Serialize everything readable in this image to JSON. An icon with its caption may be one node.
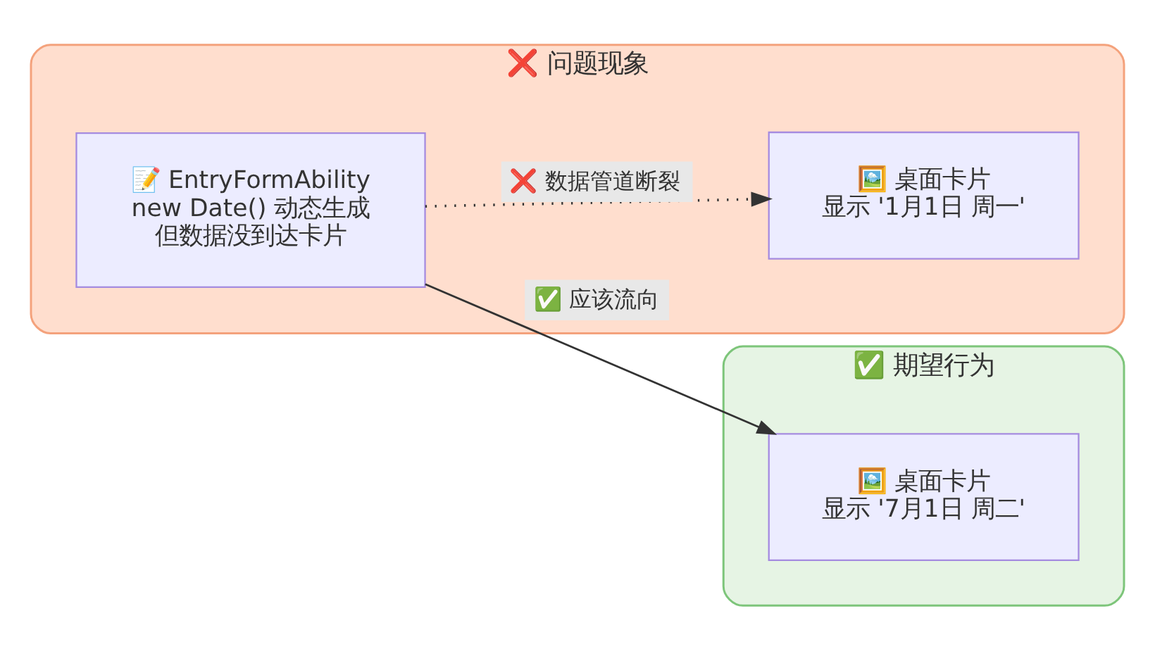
{
  "diagram": {
    "nodes": [
      {
        "text": [
          "❌ 问题现象"
        ]
      },
      {
        "text": [
          "📝 EntryFormAbility",
          "new Date() 动态生成",
          "但数据没到达卡片"
        ],
        "in": 0
      },
      {
        "text": [
          "🖼️ 桌面卡片",
          "显示 '1月1日 周一'"
        ],
        "in": 0
      },
      {
        "text": [
          "✅ 期望行为"
        ]
      },
      {
        "text": [
          "🖼️ 桌面卡片",
          "显示 '7月1日 周二'"
        ],
        "in": 3
      }
    ],
    "edges": [
      {
        "from": 1,
        "to": 2,
        "arrow": "to",
        "label": "❌ 数据管道断裂",
        "style": "dashed"
      },
      {
        "from": 1,
        "to": 4,
        "arrow": "to",
        "label": "✅ 应该流向"
      }
    ]
  }
}
